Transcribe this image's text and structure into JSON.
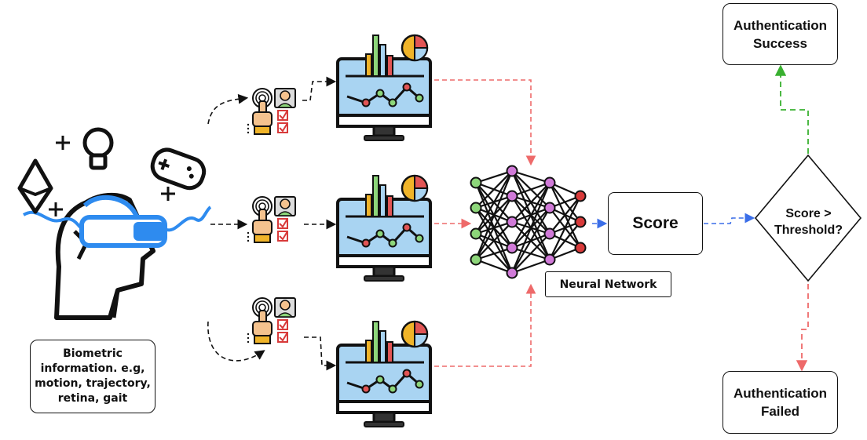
{
  "boxes": {
    "biometric": "Biometric\ninformation. e.g,\nmotion, trajectory,\nretina, gait",
    "neural_network": "Neural Network",
    "score": "Score",
    "threshold": "Score >\nThreshold?",
    "success": "Authentication\nSuccess",
    "failed": "Authentication\nFailed"
  },
  "colors": {
    "black_arrow": "#111111",
    "red_arrow": "#ee6a6a",
    "blue_arrow": "#3b6ee8",
    "green_arrow": "#39b030",
    "vr_blue": "#2e8bef",
    "monitor_blue": "#a9d4f2",
    "node_red": "#d83a3a",
    "node_pink": "#d07ad8",
    "node_green": "#8dd67a"
  },
  "icons": [
    "person-vr-headset-icon",
    "ethereum-icon",
    "lightbulb-icon",
    "gamepad-icon",
    "sparkle-icon",
    "fingerprint-checklist-icon",
    "monitor-chart-icon",
    "neural-network-icon"
  ]
}
